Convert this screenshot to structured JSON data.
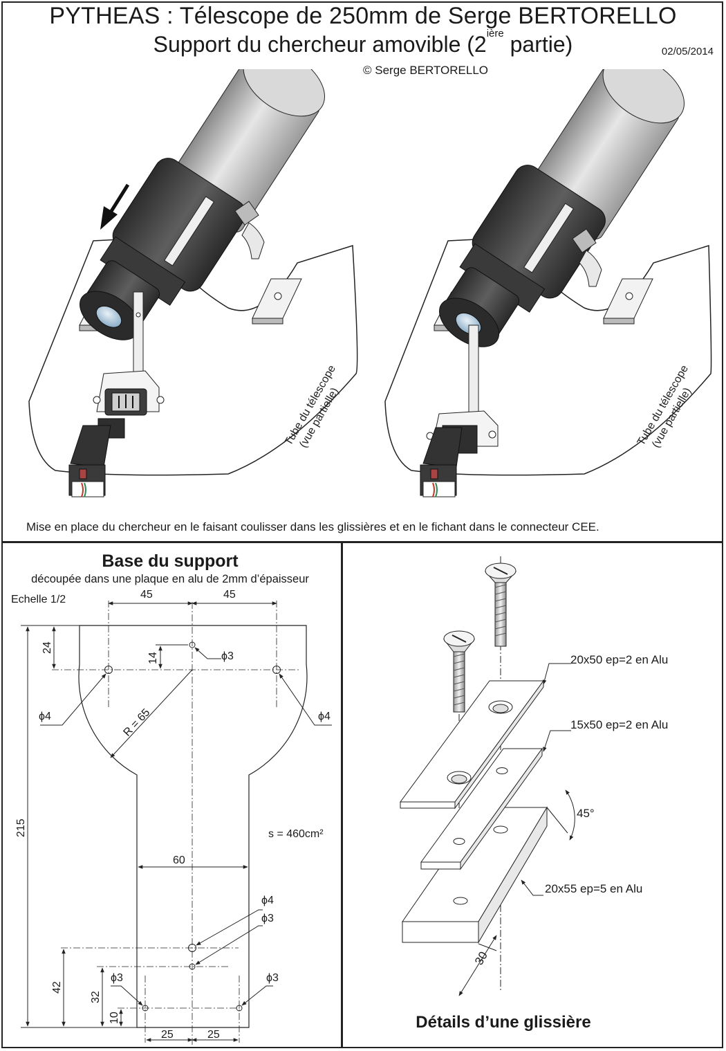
{
  "header": {
    "title_line1": "PYTHEAS : Télescope de 250mm de Serge BERTORELLO",
    "title_line2_main": "Support du chercheur amovible (2",
    "title_line2_sup": "ière",
    "title_line2_end": " partie)",
    "date": "02/05/2014",
    "copyright": "© Serge BERTORELLO"
  },
  "top_panel": {
    "tube_label_1": "Tube du télescope",
    "tube_label_2": "(vue partielle)",
    "caption": "Mise en place du chercheur en le faisant coulisser dans les glissières et en le fichant dans le connecteur CEE."
  },
  "base_panel": {
    "title": "Base du support",
    "subtitle": "découpée dans une plaque en alu de 2mm d’épaisseur",
    "scale": "Echelle 1/2",
    "dim_45_left": "45",
    "dim_45_right": "45",
    "dim_24": "24",
    "dim_14": "14",
    "phi3_top": "ϕ3",
    "phi4_left": "ϕ4",
    "phi4_right": "ϕ4",
    "radius": "R = 65",
    "dim_215": "215",
    "surface": "s = 460cm²",
    "dim_60": "60",
    "phi4_mid": "ϕ4",
    "phi3_mid": "ϕ3",
    "dim_42": "42",
    "dim_32": "32",
    "dim_10": "10",
    "phi3_bl": "ϕ3",
    "phi3_br": "ϕ3",
    "dim_25_left": "25",
    "dim_25_right": "25"
  },
  "details_panel": {
    "title": "Détails d’une glissière",
    "plate1": "20x50 ep=2 en Alu",
    "plate2": "15x50 ep=2 en Alu",
    "plate3": "20x55 ep=5 en Alu",
    "angle": "45°",
    "dim_30": "30"
  },
  "colors": {
    "line": "#222222",
    "finder_body": "#4a4a4a",
    "tube": "#c8c8c8",
    "lens": "#a9c4d8",
    "wire_red": "#c0392b",
    "wire_green": "#2e8b57"
  }
}
